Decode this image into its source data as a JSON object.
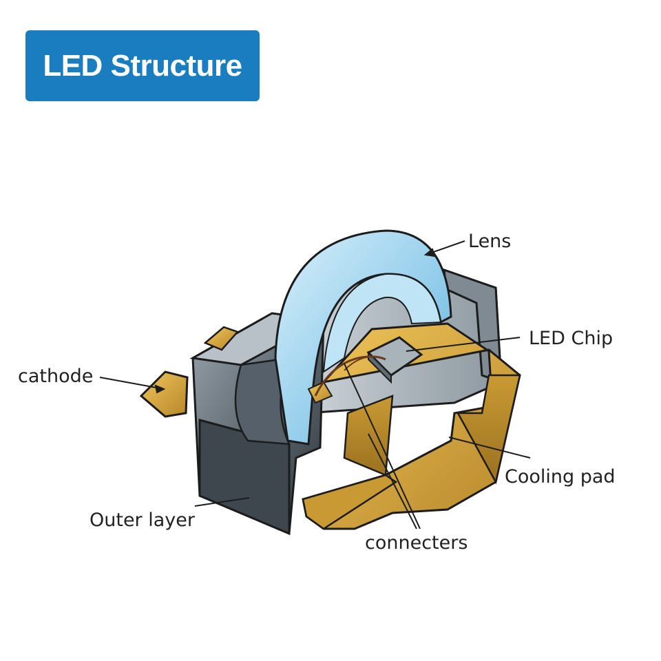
{
  "title": "LED Structure",
  "colors": {
    "title_bg": "#1a7dc0",
    "lens": "#9fd4ef",
    "gold": "#d9a93a",
    "body_gray": "#6f7a84"
  },
  "labels": {
    "lens": "Lens",
    "led_chip": "LED Chip",
    "cathode": "cathode",
    "cooling_pad": "Cooling pad",
    "outer_layer": "Outer layer",
    "connecters": "connecters"
  }
}
